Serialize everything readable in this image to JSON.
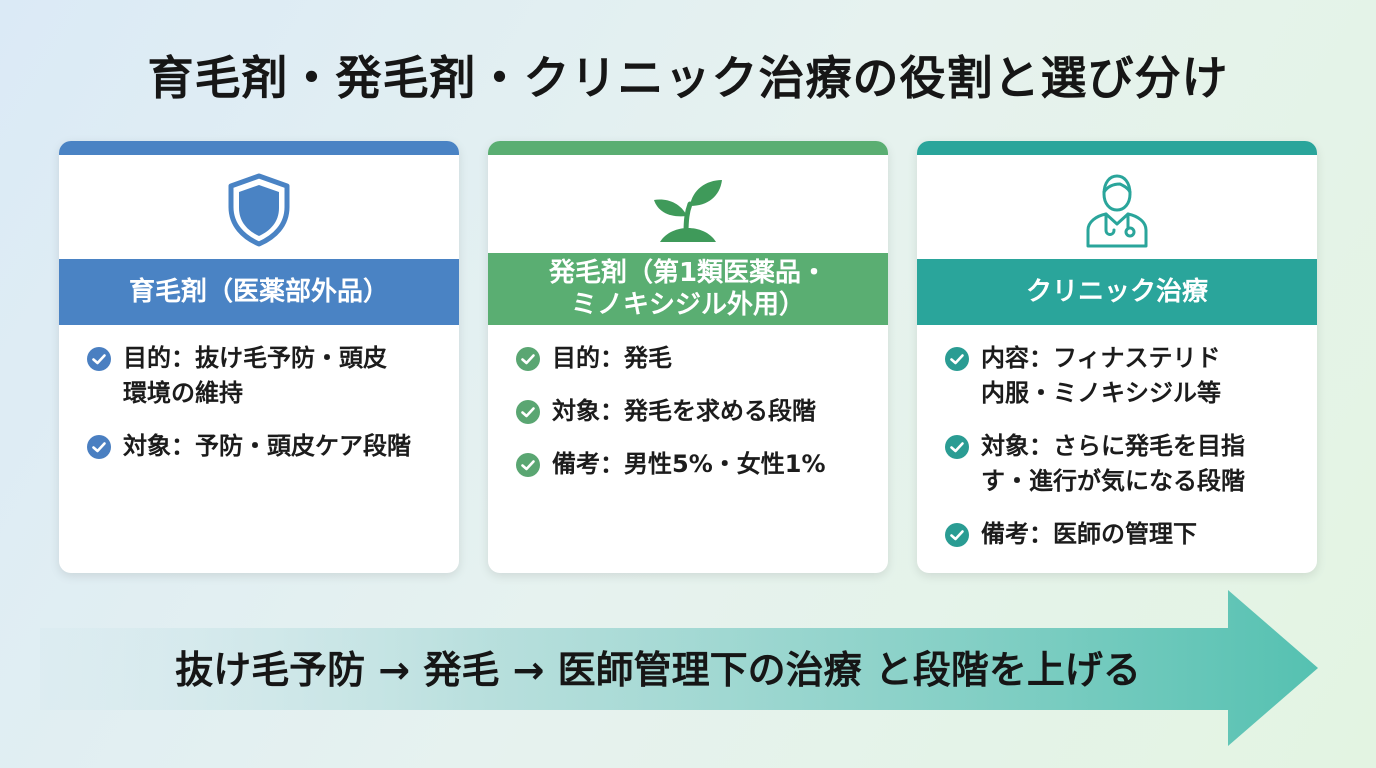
{
  "title": "育毛剤・発毛剤・クリニック治療の役割と選び分け",
  "colors": {
    "blue": "#4a83c4",
    "green": "#5aae72",
    "teal": "#2aa59b",
    "check_blue": "#4a7fc1",
    "check_green": "#5aa672",
    "check_teal": "#2a9c93"
  },
  "cards": [
    {
      "icon": "shield-icon",
      "heading": [
        "育毛剤（医薬部外品）"
      ],
      "items": [
        [
          "目的：抜け毛予防・頭皮",
          "環境の維持"
        ],
        [
          "対象：予防・頭皮ケア段階"
        ]
      ]
    },
    {
      "icon": "sprout-icon",
      "heading": [
        "発毛剤（第1類医薬品・",
        "ミノキシジル外用）"
      ],
      "items": [
        [
          "目的：発毛"
        ],
        [
          "対象：発毛を求める段階"
        ],
        [
          "備考：男性5%・女性1%"
        ]
      ]
    },
    {
      "icon": "doctor-icon",
      "heading": [
        "クリニック治療"
      ],
      "items": [
        [
          "内容：フィナステリド",
          "内服・ミノキシジル等"
        ],
        [
          "対象：さらに発毛を目指",
          "す・進行が気になる段階"
        ],
        [
          "備考：医師の管理下"
        ]
      ]
    }
  ],
  "flow": "抜け毛予防 → 発毛 → 医師管理下の治療 と段階を上げる"
}
